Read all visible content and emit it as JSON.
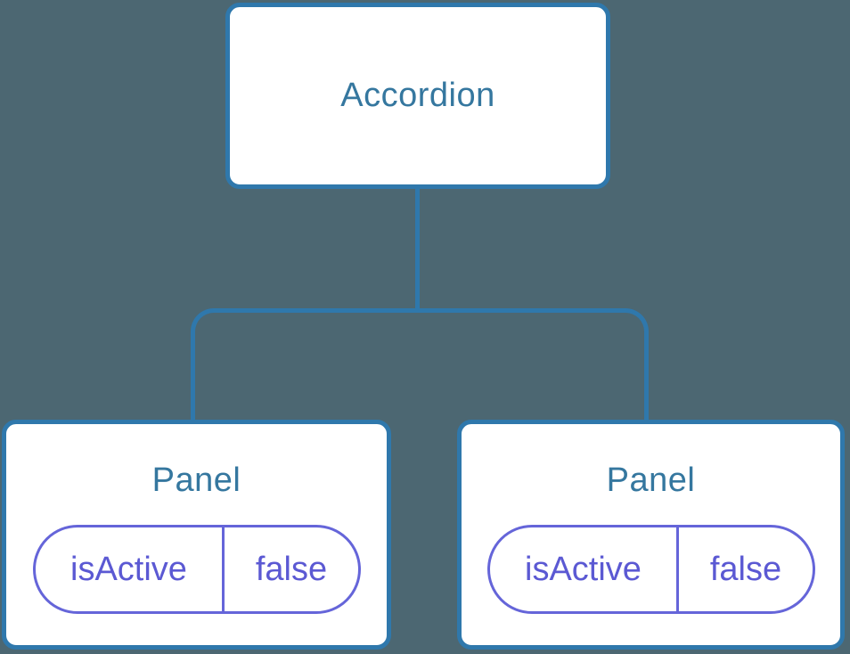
{
  "canvas": {
    "background_color": "#4c6772"
  },
  "colors": {
    "node_fill": "#ffffff",
    "node_border": "#2f78ac",
    "node_title": "#35779f",
    "connector": "#2f78ac",
    "pill_border": "#6565d9",
    "pill_text": "#5b59d3"
  },
  "tree": {
    "root": {
      "label": "Accordion"
    },
    "children": [
      {
        "label": "Panel",
        "state": {
          "name": "isActive",
          "value": "false"
        }
      },
      {
        "label": "Panel",
        "state": {
          "name": "isActive",
          "value": "false"
        }
      }
    ]
  }
}
